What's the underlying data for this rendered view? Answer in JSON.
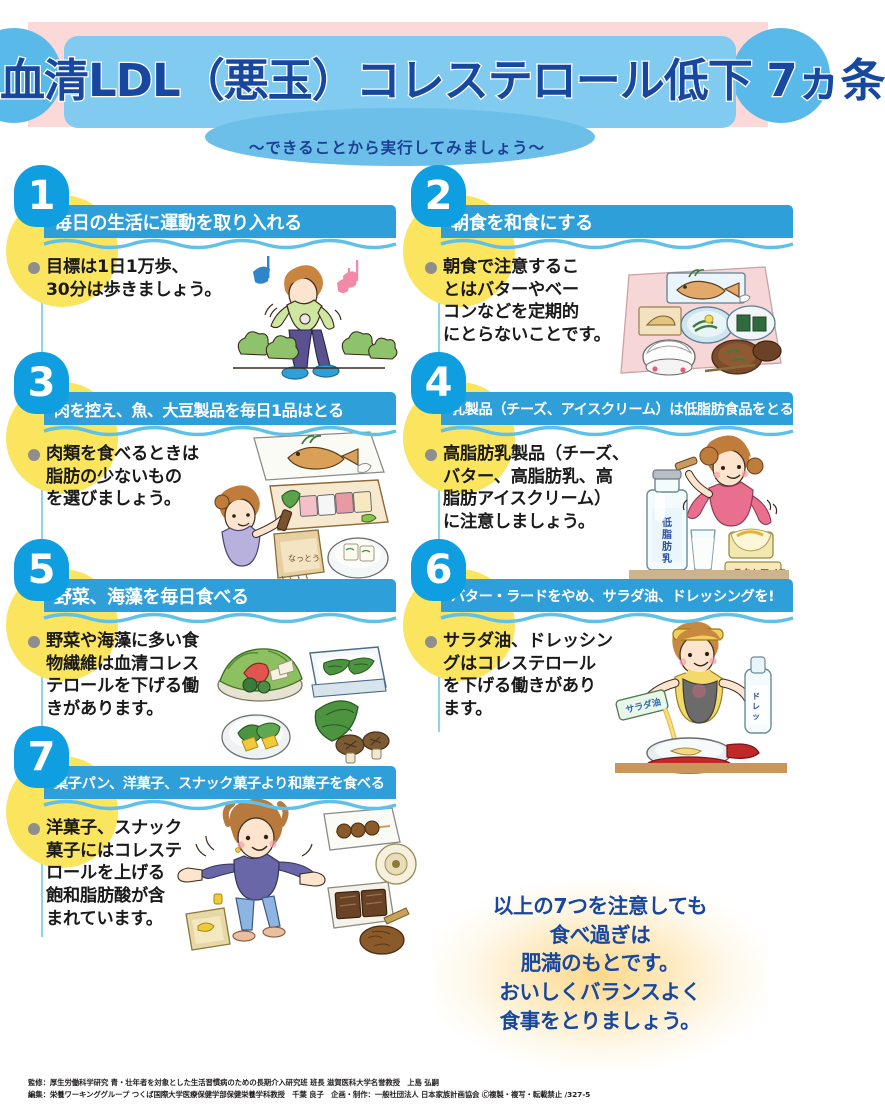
{
  "header": {
    "title": "血清LDL（悪玉）コレステロール低下 7ヵ条",
    "subtitle": "〜できることから実行してみましょう〜",
    "colors": {
      "pink_band": "#fbd9d9",
      "blue_lobe": "#59b9e8",
      "blue_plate": "#80cbef",
      "title_navy": "#17479e",
      "title_outline": "#ffffff"
    }
  },
  "items": [
    {
      "number": "1",
      "heading": "毎日の生活に運動を取り入れる",
      "heading_size": "large",
      "body": "目標は1日1万歩、\n30分は歩きましょう。",
      "illustration": "walking-woman-with-music-notes"
    },
    {
      "number": "2",
      "heading": "朝食を和食にする",
      "heading_size": "large",
      "body": "朝食で注意するこ\nとはバターやベー\nコンなどを定期的\nにとらないことです。",
      "illustration": "japanese-breakfast-tray"
    },
    {
      "number": "3",
      "heading": "肉を控え、魚、大豆製品を毎日1品はとる",
      "heading_size": "medium",
      "body": "肉類を食べるときは\n脂肪の少ないもの\nを選びましょう。",
      "illustration": "woman-with-natto-fish-sashimi"
    },
    {
      "number": "4",
      "heading": "乳製品（チーズ、アイスクリーム）は低脂肪食品をとる",
      "heading_size": "small",
      "body": "高脂肪乳製品（チーズ、\nバター、高脂肪乳、高\n脂肪アイスクリーム）\nに注意しましょう。",
      "illustration": "woman-eating-ice-cream-with-lowfat-milk"
    },
    {
      "number": "5",
      "heading": "野菜、海藻を毎日食べる",
      "heading_size": "large",
      "body": "野菜や海藻に多い食\n物繊維は血清コレス\nテロールを下げる働\nきがあります。",
      "illustration": "salad-seaweed-vegetables"
    },
    {
      "number": "6",
      "heading": "バター・ラードをやめ、サラダ油、ドレッシングを!",
      "heading_size": "small",
      "body": "サラダ油、ドレッシン\nグはコレステロール\nを下げる働きがあり\nます。",
      "illustration": "cook-pouring-salad-oil-and-dressing"
    },
    {
      "number": "7",
      "heading": "菓子パン、洋菓子、スナック菓子より和菓子を食べる",
      "heading_size": "small",
      "body": "洋菓子、スナック\n菓子にはコレステ\nロールを上げる\n飽和脂肪酸が含\nまれています。",
      "illustration": "woman-with-dango-cake-and-snacks"
    }
  ],
  "item_labels": {
    "illustration_alt_prefix": "illustration"
  },
  "conclusion": {
    "text": "以上の7つを注意しても\n食べ過ぎは\n肥満のもとです。\nおいしくバランスよく\n食事をとりましょう。",
    "glow_color": "#fbb829",
    "text_color": "#17479e"
  },
  "footer": {
    "line1": "監修：厚生労働科学研究 青・壮年者を対象とした生活習慣病のための長期介入研究班 班長 滋賀医科大学名誉教授　上島 弘嗣",
    "line2": "編集：栄養ワーキンググループ つくば国際大学医療保健学部保健栄養学科教授　千葉 良子　企画・制作：一般社団法人 日本家族計画協会 Ⓒ複製・複写・転載禁止 /327-5"
  },
  "theme": {
    "badge_blue": "#0f9ee0",
    "sun_yellow": "#fbe55f",
    "headbar_blue": "#2e9fd8",
    "wave_blue": "#5fc0e8",
    "vline_blue": "#8fd2ef",
    "bullet_gray": "#8e8e8e",
    "body_text": "#1a1a1a"
  }
}
